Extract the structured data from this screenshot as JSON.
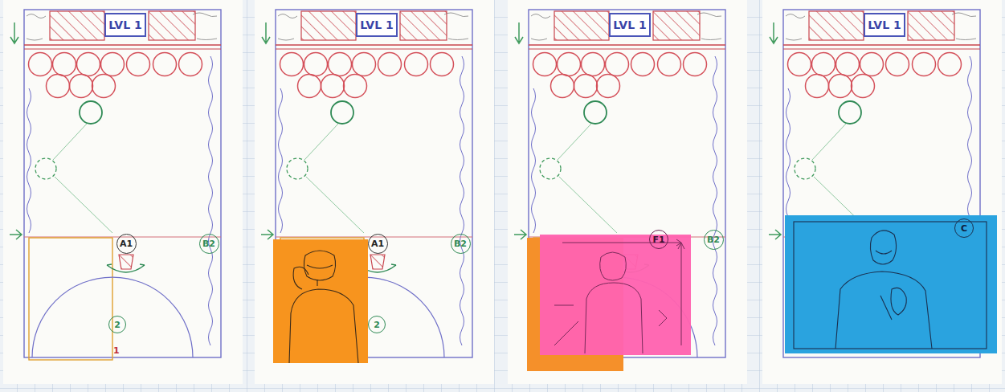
{
  "diagram": {
    "nodes": [
      {
        "text": [
          "LVL 1"
        ]
      },
      {
        "text": [
          "A1"
        ]
      },
      {
        "text": [
          "B2"
        ]
      },
      {
        "text": [
          "2"
        ]
      },
      {
        "text": [
          "LVL 1"
        ]
      },
      {
        "text": [
          "A1"
        ]
      },
      {
        "text": [
          "B2"
        ]
      },
      {
        "text": [
          "2"
        ]
      },
      {
        "text": [
          "LVL 1"
        ]
      },
      {
        "text": [
          "F1"
        ]
      },
      {
        "text": [
          "B2"
        ]
      },
      {
        "text": [
          "LVL 1"
        ]
      },
      {
        "text": [
          "C"
        ]
      }
    ],
    "labels": [
      "1"
    ]
  }
}
